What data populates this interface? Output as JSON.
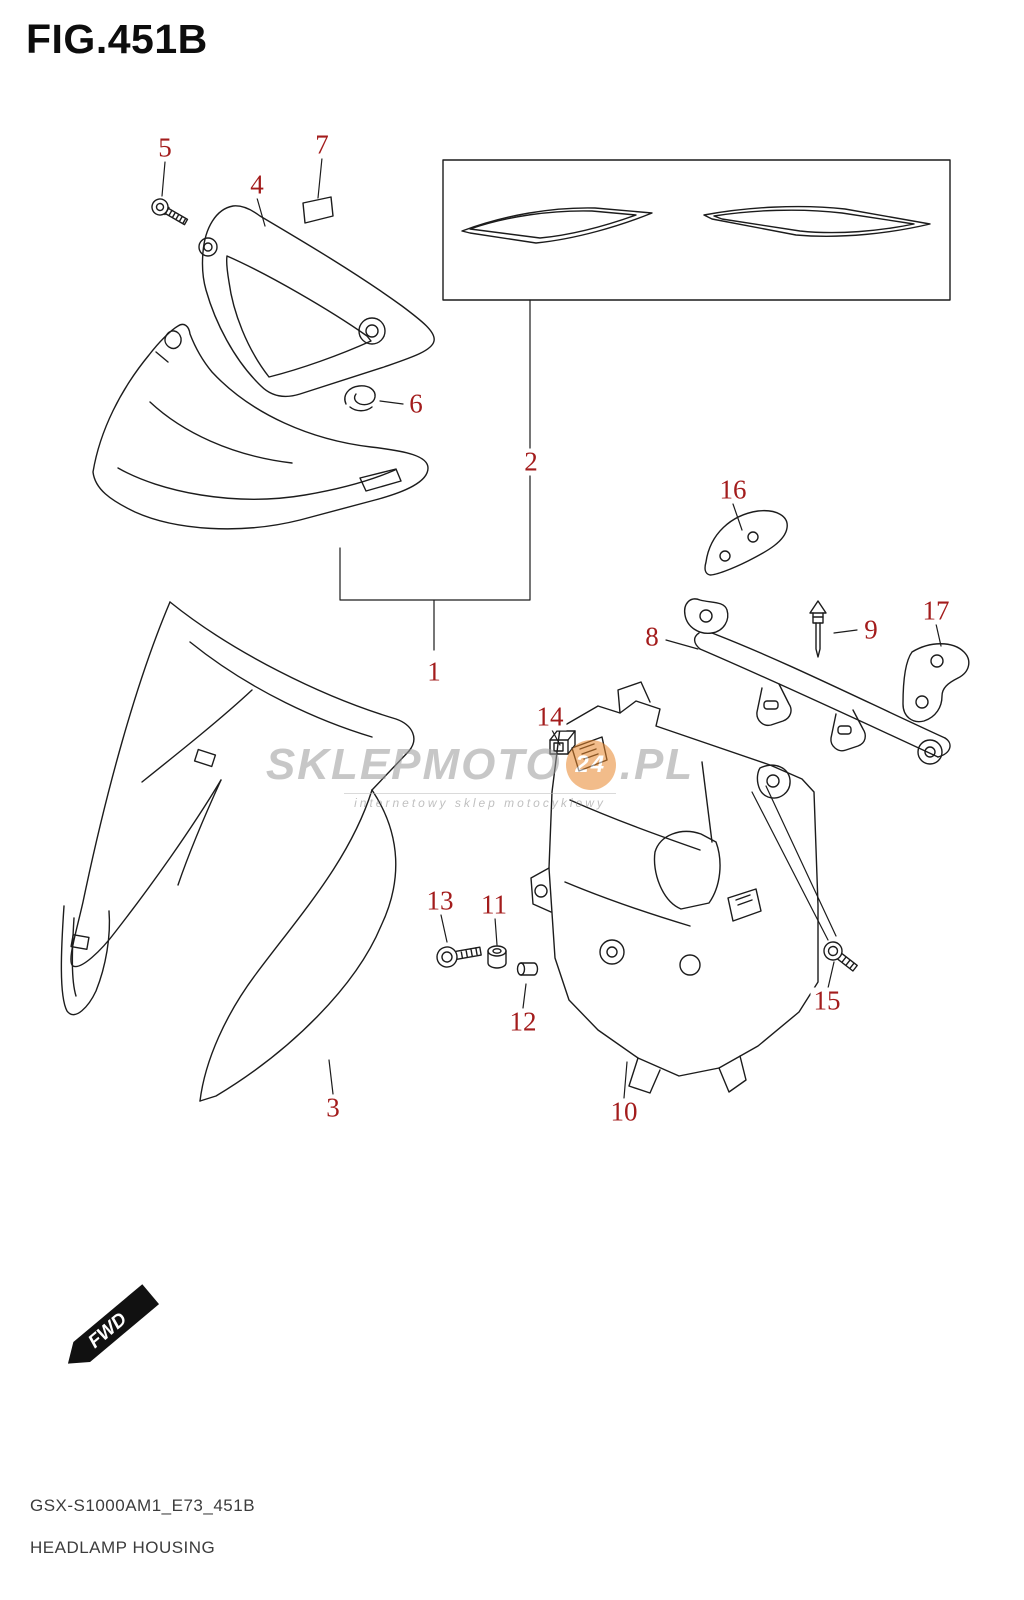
{
  "page": {
    "title": "FIG.451B",
    "footer_code": "GSX-S1000AM1_E73_451B",
    "footer_name": "HEADLAMP HOUSING"
  },
  "fwd_marker": "FWD",
  "watermark": {
    "brand_prefix": "SKLEPMOTO",
    "brand_badge": "24",
    "brand_suffix": ".PL",
    "tagline": "internetowy sklep motocyklowy"
  },
  "colors": {
    "label_red": "#a31c1c",
    "line_black": "#1c1c1c",
    "watermark_gray": "#9b9b9b",
    "watermark_orange": "#e8872b"
  },
  "part_labels": [
    {
      "num": "5"
    },
    {
      "num": "4"
    },
    {
      "num": "7"
    },
    {
      "num": "6"
    },
    {
      "num": "2"
    },
    {
      "num": "1"
    },
    {
      "num": "16"
    },
    {
      "num": "8"
    },
    {
      "num": "9"
    },
    {
      "num": "17"
    },
    {
      "num": "14"
    },
    {
      "num": "13"
    },
    {
      "num": "11"
    },
    {
      "num": "12"
    },
    {
      "num": "10"
    },
    {
      "num": "15"
    },
    {
      "num": "3"
    }
  ]
}
